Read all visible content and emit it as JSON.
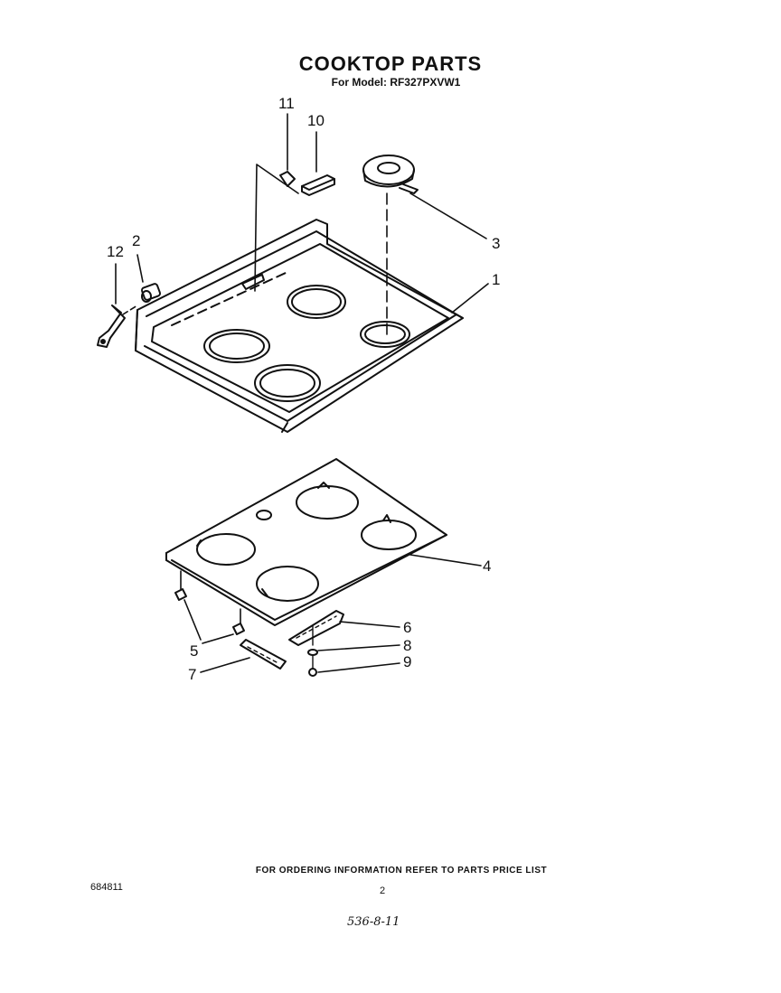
{
  "header": {
    "title": "COOKTOP PARTS",
    "subtitle": "For Model: RF327PXVW1"
  },
  "callouts": [
    "11",
    "10",
    "3",
    "1",
    "12",
    "2",
    "4",
    "6",
    "8",
    "5",
    "9",
    "7"
  ],
  "footer": {
    "ordering_note": "FOR ORDERING INFORMATION REFER TO PARTS PRICE LIST",
    "doc_number": "684811",
    "page_number": "2",
    "handwritten_code": "536-8-11"
  }
}
